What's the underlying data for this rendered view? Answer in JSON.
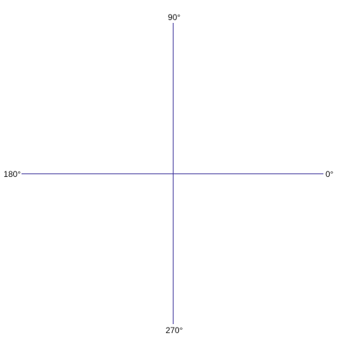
{
  "diagram": {
    "type": "polar-axes",
    "line_color": "#3a2f9a",
    "labels": {
      "east": "0°",
      "north": "90°",
      "west": "180°",
      "south": "270°"
    }
  }
}
